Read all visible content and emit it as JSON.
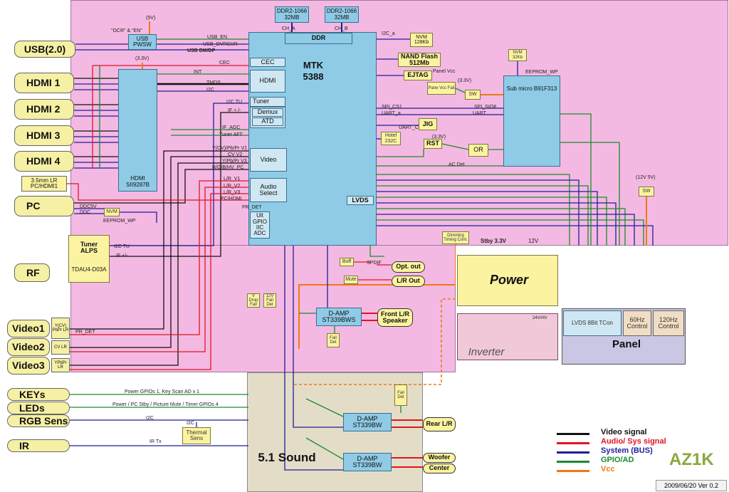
{
  "soc": {
    "title": "MTK",
    "model": "5388",
    "ddr_label": "DDR",
    "blocks": {
      "cec": "CEC",
      "hdmi": "HDMI",
      "tuner": "Tuner",
      "demux": "Demux",
      "atd": "ATD",
      "video": "Video",
      "audio_select": "Audio Select",
      "misc": "Uit GPIO IIC ADC",
      "lvds": "LVDS"
    }
  },
  "memory": {
    "ddr_a": "DDR2-1066 32MB",
    "ddr_b": "DDR2-1066 32MB",
    "nvm": "NVM 128Kb",
    "nand": "NAND Flash 512Mb",
    "ejtag": "EJTAG",
    "sub_nvm": "NVM 32Kb"
  },
  "chips": {
    "hdmi_switch": "HDMI SII9287B",
    "usb_pwsw": "USB PWSW",
    "sub_micro": "Sub micro B91F313",
    "hotel": "Hotel 232C",
    "jig": "JIG",
    "rst": "RST",
    "or_gate": "OR",
    "sw": "SW",
    "nvm_pc": "NVM",
    "buff": "Buff",
    "mute": "Mute",
    "panel_vcc_fail": "Pane Vcc Fail",
    "dimming": "Dimming Timing Cont.",
    "vdrop_fail": "V Drop Fail",
    "fail_det_12v": "12V Fail Det",
    "fail_det": "Fail Det",
    "tuner": "Tuner ALPS",
    "tuner_model": "TDAU4-D03A",
    "thermal": "Thermal Sens"
  },
  "amps": {
    "front": "D-AMP ST339BWS",
    "rear": "D-AMP ST339BW",
    "woofer": "D-AMP ST339BW"
  },
  "power": {
    "title": "Power",
    "inverter": "Inverter",
    "stby": "Stby 3.3V",
    "v12": "12V",
    "v24": "24V/HV"
  },
  "panel": {
    "title": "Panel",
    "tcon": "LVDS 8Bit TCon",
    "c60": "60Hz Control",
    "c120": "120Hz Control"
  },
  "inputs": {
    "usb": "USB(2.0)",
    "hdmi1": "HDMI 1",
    "hdmi2": "HDMI 2",
    "hdmi3": "HDMI 3",
    "hdmi4": "HDMI 4",
    "audio35": "3.5mm LR PC/HDMI1",
    "pc": "PC",
    "rf": "RF",
    "video1": "Video1",
    "video2": "Video2",
    "video3": "Video3",
    "keys": "KEYs",
    "leds": "LEDs",
    "rgb": "RGB Sens",
    "ir": "IR",
    "v1_sub": "Y(CV) PbPr LR",
    "v2_sub": "CV LR",
    "v3_sub": "YPbPr LR"
  },
  "outputs": {
    "opt": "Opt. out",
    "lr": "L/R Out",
    "front": "Front L/R Speaker",
    "rear": "Rear L/R",
    "woofer": "Woofer",
    "center": "Center"
  },
  "sound_title": "5.1 Sound",
  "signals": {
    "usb_en": "USB_EN",
    "usb_ovrcur": "USB_OVRCUR",
    "usb_dm_dp": "USB DM/DP",
    "ocr_en": "\"OCR\" & \"EN\"",
    "cec": "CEC",
    "int": "INT",
    "tmds": "TMDS",
    "i2c": "I2C",
    "i2c_tu": "I2C TU",
    "if": "IF + /-",
    "if_agc": "IF_AGC",
    "tuner_aft": "Tuner AFT",
    "ycv": "Y(CV)/Pb/Pr V1",
    "cv_v2": "CV V2",
    "ypbpr_v3": "Y/Pb/Pr V3",
    "rgb_pc": "R/G/B/HV_PC",
    "lr_v1": "L/R_V1",
    "lr_v2": "L/R_V2",
    "lr_v3": "L/R_V3",
    "pc_hdmi": "PC/HDMI",
    "pr_det": "PR_DET",
    "ddc5v": "DDC5V",
    "ddc": "DDC",
    "eeprom_wp": "EEPROM_WP",
    "spdif": "SPDIF",
    "spi_cs1": "SPI_CS1",
    "spi_sio8": "SPI_SIO8",
    "uart_a": "UART_a",
    "uart": "UART",
    "uart_c": "UART_C",
    "ac_det": "AC Det",
    "ch_a": "CH_A",
    "ch_b": "CH_B",
    "i2c_a": "I2C_a",
    "panel_vcc": "Panel Vcc",
    "v33": "(3.3V)",
    "v5": "(5V)",
    "v12_5v": "(12V 5V)",
    "power_gpio": "Power GPIOs 1, Key Scan AD x 1",
    "stby_gpio": "Power / PC Stby / Picture Mute / Timer GPIOs 4",
    "i2c2": "I2C",
    "ir_tx": "IR Tx",
    "if_plus": "IF +/-"
  },
  "legend": {
    "video": "Video signal",
    "audio": "Audio/ Sys signal",
    "system": "System (BUS)",
    "gpio": "GPIO/AD",
    "vcc": "Vcc"
  },
  "model_tag": "AZ1K",
  "version": "2009/06/20 Ver 0.2",
  "colors": {
    "video": "#111111",
    "audio": "#e0141e",
    "system": "#1e1e9c",
    "gpio": "#1a8c2c",
    "vcc": "#f07814"
  }
}
